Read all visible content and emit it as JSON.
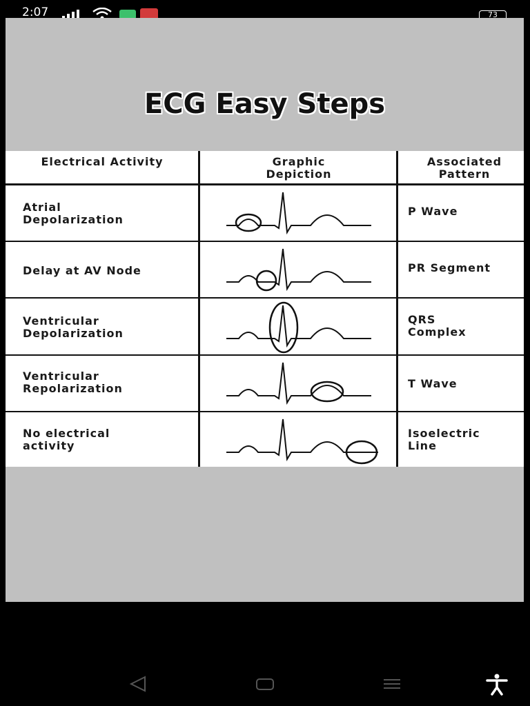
{
  "status_bar": {
    "time": "2:07",
    "battery": "73"
  },
  "post": {
    "title": "ECG Easy Steps",
    "table": {
      "headers": [
        "Electrical Activity",
        "Graphic Depiction",
        "Associated Pattern"
      ],
      "rows": [
        {
          "activity": "Atrial Depolarization",
          "pattern": "P Wave",
          "highlight": "p-wave"
        },
        {
          "activity": "Delay at AV Node",
          "pattern": "PR Segment",
          "highlight": "pr-segment"
        },
        {
          "activity": "Ventricular Depolarization",
          "pattern": "QRS Complex",
          "highlight": "qrs-complex"
        },
        {
          "activity": "Ventricular Repolarization",
          "pattern": "T Wave",
          "highlight": "t-wave"
        },
        {
          "activity": "No electrical activity",
          "pattern": "Isoelectric Line",
          "highlight": "isoelectric-line"
        }
      ]
    }
  },
  "nav_bar": {
    "icons": [
      "back-icon",
      "home-icon",
      "recents-icon",
      "accessibility-icon"
    ]
  },
  "colors": {
    "background": "#000000",
    "post_background": "#c0c0c0",
    "table_background": "#ffffff",
    "ink": "#111111"
  }
}
